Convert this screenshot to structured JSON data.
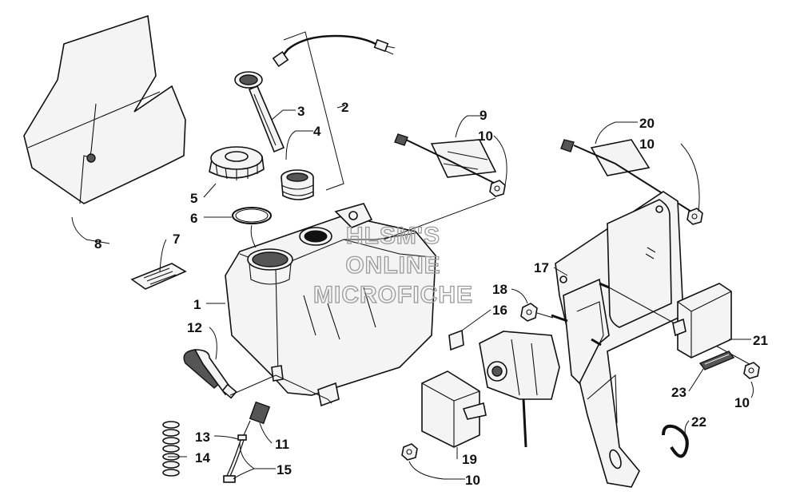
{
  "watermark": {
    "lines": [
      "HLSM'S",
      "ONLINE",
      "MICROFICHE"
    ],
    "color": "#9a9a9a"
  },
  "callouts": [
    "1",
    "2",
    "3",
    "4",
    "5",
    "6",
    "7",
    "8",
    "9",
    "10",
    "10",
    "10",
    "10",
    "11",
    "12",
    "13",
    "14",
    "15",
    "16",
    "17",
    "18",
    "19",
    "20",
    "21",
    "22",
    "23"
  ]
}
